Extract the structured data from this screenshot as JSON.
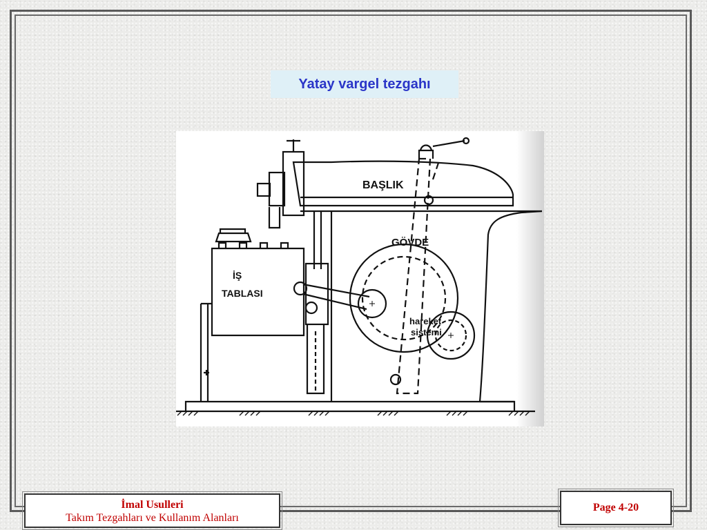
{
  "slide": {
    "title": "Yatay vargel tezgahı"
  },
  "drawing": {
    "labels": {
      "baslik": "BAŞLIK",
      "govde": "GÖVDE",
      "is": "İŞ",
      "tablasi": "TABLASI",
      "hareket": "hareket",
      "sistemi": "sistemi"
    }
  },
  "footer": {
    "course": "İmal Usulleri",
    "subtitle": "Takım Tezgahları ve Kullanım Alanları",
    "page": "Page 4-20"
  }
}
